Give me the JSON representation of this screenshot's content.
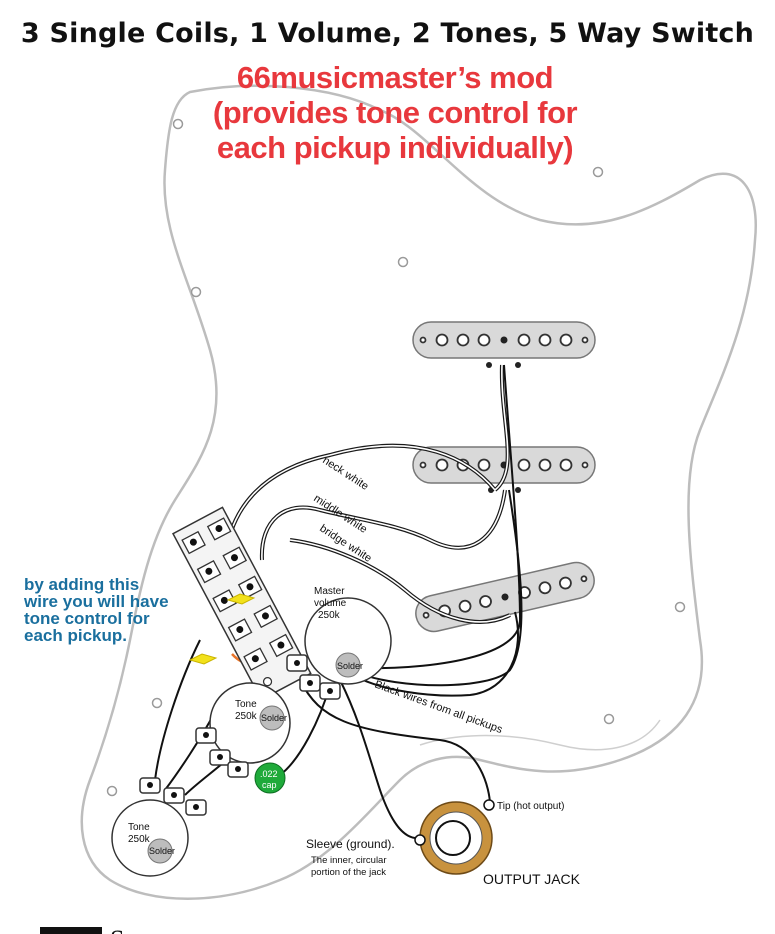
{
  "title": "3 Single Coils, 1 Volume, 2 Tones, 5 Way Switch",
  "mod_note": {
    "line1": "66musicmaster’s mod",
    "line2": "(provides tone control for",
    "line3": "each pickup individually)"
  },
  "side_note": {
    "line1": "by adding this",
    "line2": "wire you will have",
    "line3": "tone control for",
    "line4": "each pickup."
  },
  "wire_labels": {
    "neck": "neck white",
    "middle": "middle white",
    "bridge": "bridge white",
    "black": "Black wires from all pickups"
  },
  "master_volume": {
    "line1": "Master",
    "line2": "volume",
    "line3": "250k",
    "solder": "Solder"
  },
  "tone1": {
    "line1": "Tone",
    "line2": "250k",
    "solder": "Solder"
  },
  "tone2": {
    "line1": "Tone",
    "line2": "250k",
    "solder": "Solder"
  },
  "capacitor": {
    "line1": ".022",
    "line2": "cap"
  },
  "jack": {
    "tip": "Tip (hot output)",
    "sleeve": "Sleeve (ground).",
    "sleeve_desc1": "The inner, circular",
    "sleeve_desc2": "portion of the jack",
    "label": "OUTPUT JACK"
  },
  "footer": {
    "glyph": "S"
  },
  "colors": {
    "title": "#111111",
    "mod_text": "#e8383d",
    "side_note": "#1a6f9e",
    "pickup": "#d9d9d9",
    "pot": "#ffffff",
    "capacitor": "#1faa3a",
    "added_wire": "#e8742a",
    "highlight": "#f2e11b",
    "jack_ring": "#c8923e"
  }
}
